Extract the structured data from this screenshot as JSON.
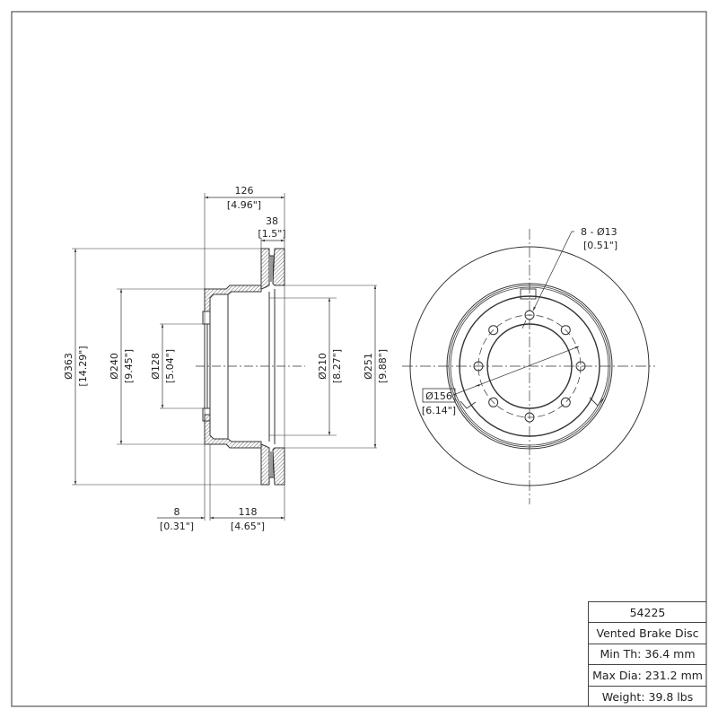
{
  "side_view": {
    "overall_width": {
      "mm": "126",
      "in": "[4.96\"]"
    },
    "rotor_thickness": {
      "mm": "38",
      "in": "[1.5\"]"
    },
    "hub_offset": {
      "mm": "8",
      "in": "[0.31\"]"
    },
    "hat_height": {
      "mm": "118",
      "in": "[4.65\"]"
    },
    "outer_diameter": {
      "mm": "Ø363",
      "in": "[14.29\"]"
    },
    "hat_diameter": {
      "mm": "Ø240",
      "in": "[9.45\"]"
    },
    "center_bore": {
      "mm": "Ø128",
      "in": "[5.04\"]"
    },
    "inner_hat_diameter": {
      "mm": "Ø210",
      "in": "[8.27\"]"
    },
    "friction_inner_diameter": {
      "mm": "Ø251",
      "in": "[9.88\"]"
    }
  },
  "front_view": {
    "bolt_holes": {
      "mm": "8 - Ø13",
      "in": "[0.51\"]"
    },
    "bolt_circle": {
      "mm": "Ø156",
      "in": "[6.14\"]"
    }
  },
  "title_block": {
    "part_number": "54225",
    "description": "Vented Brake Disc",
    "min_thickness": "Min Th: 36.4 mm",
    "max_diameter": "Max Dia: 231.2 mm",
    "weight": "Weight: 39.8 lbs"
  },
  "colors": {
    "line": "#333333",
    "frame": "#555555",
    "background": "#ffffff"
  }
}
